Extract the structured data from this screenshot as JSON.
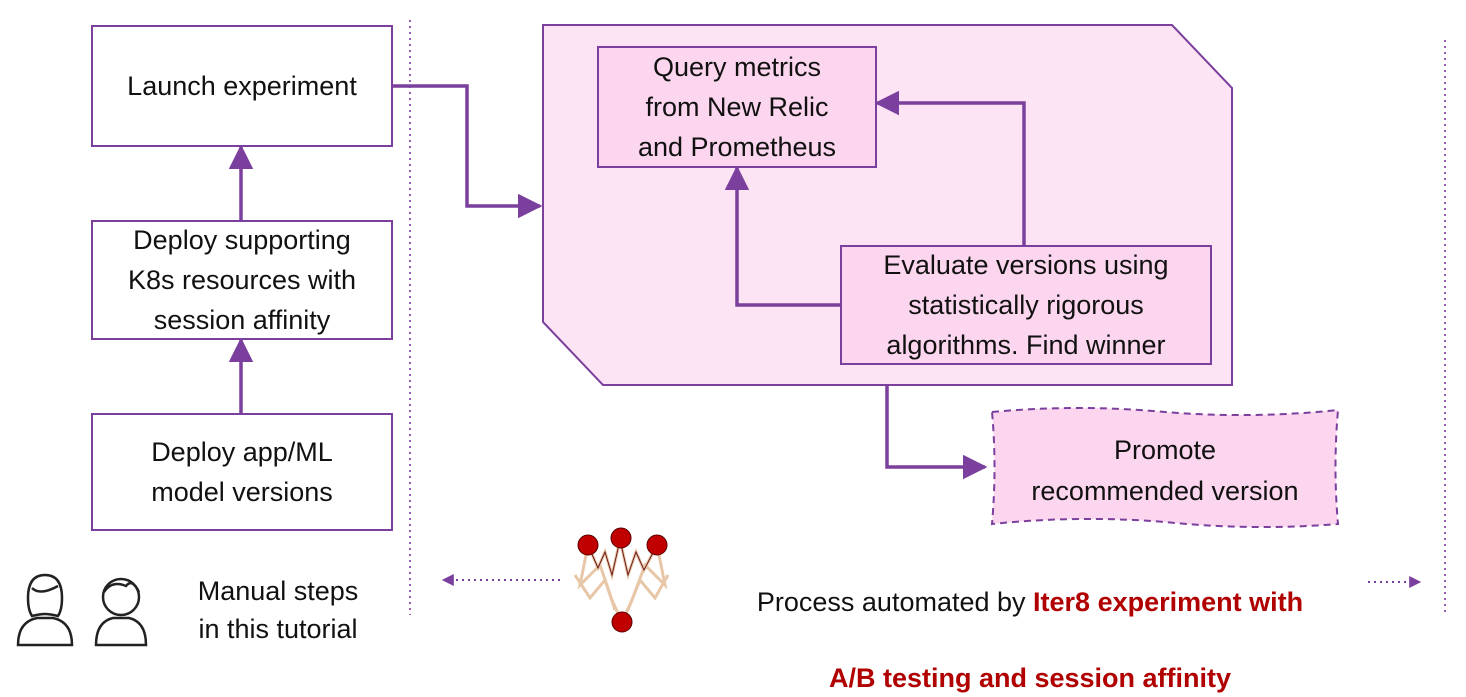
{
  "manual_steps": {
    "launch_experiment": "Launch experiment",
    "deploy_resources": "Deploy supporting\nK8s resources with\nsession affinity",
    "deploy_versions": "Deploy app/ML\nmodel versions"
  },
  "automated_steps": {
    "query_metrics": "Query metrics\nfrom New Relic\nand Prometheus",
    "evaluate_versions": "Evaluate versions using\nstatistically rigorous\nalgorithms. Find winner",
    "promote_version": "Promote\nrecommended  version"
  },
  "legend": {
    "manual_label": "Manual steps\nin this tutorial",
    "automated_prefix": "Process automated by ",
    "automated_highlight_1": "Iter8 experiment with",
    "automated_highlight_2": "A/B testing and session affinity"
  },
  "colors": {
    "purple": "#7b3f9e",
    "pink_fill": "#fbd6ee",
    "pink_panel": "#fde4f4",
    "highlight_red": "#b00000"
  },
  "icons": [
    "person-female-icon",
    "person-male-icon",
    "iter8-logo-icon"
  ]
}
